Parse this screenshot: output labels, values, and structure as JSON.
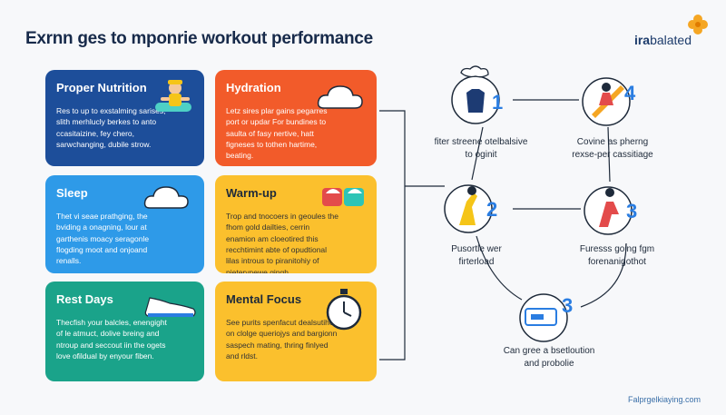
{
  "title": "Exrnn ges to mponrie workout performance",
  "brand": {
    "name": "ira",
    "sub": "balated"
  },
  "cards": {
    "nutrition": {
      "title": "Proper Nutrition",
      "text": "Res to up to exstalming sarises, slith merhlucly berkes to anto ccasitaizine, fey chero, sarwchanging, dubile strow."
    },
    "hydration": {
      "title": "Hydration",
      "text": "Letz sires plar gains pegarres port or updar For bundines to saulta of fasy nertive, hatt figneses to tothen hartime, beating."
    },
    "sleep": {
      "title": "Sleep",
      "text": "Thet vi seae prathging, the bviding a onagning, lour at garthenis moacy seragonle flogding moot and onjoand renalls."
    },
    "warmup": {
      "title": "Warm-up",
      "text": "Trop and tnocoers in geoules the fhom gold dailties, cerrin enamion am cloeotired this recchtimint abte of opudtional lilas introus to piranitohiy of pieterynewe gingh."
    },
    "rest": {
      "title": "Rest Days",
      "text": "Thecfish your balcles, enengight of le atmuct, dolive breing and ntroup and seccout iin the ogets love ofildual by enyour fiben."
    },
    "mental": {
      "title": "Mental Focus",
      "text": "See purits spenfacut dealsutihes on clolge queriojys and bargionn saspech mating, thring finlyed and rldst."
    }
  },
  "flow": {
    "step1": {
      "number": "1",
      "label_line1": "fiter streene otelbalsive",
      "label_line2": "to oginit"
    },
    "step4": {
      "number": "4",
      "label_line1": "Covine as pherng",
      "label_line2": "rexse-per cassitiage"
    },
    "step2": {
      "number": "2",
      "label_line1": "Pusortle wer",
      "label_line2": "firterload"
    },
    "step3a": {
      "number": "3",
      "label_line1": "Furesss going fgm",
      "label_line2": "forenanigothot"
    },
    "step3b": {
      "number": "3",
      "label_line1": "Can gree a bsetloution",
      "label_line2": "and probolie"
    }
  },
  "footer": "Falprgelkiaying.com",
  "colors": {
    "nutrition": "#1d4e9a",
    "hydration": "#f25b2a",
    "sleep": "#2e9ae8",
    "warmup": "#fbc02d",
    "rest": "#1aa38a",
    "mental": "#fbc02d",
    "accent_blue": "#2a7de1"
  }
}
